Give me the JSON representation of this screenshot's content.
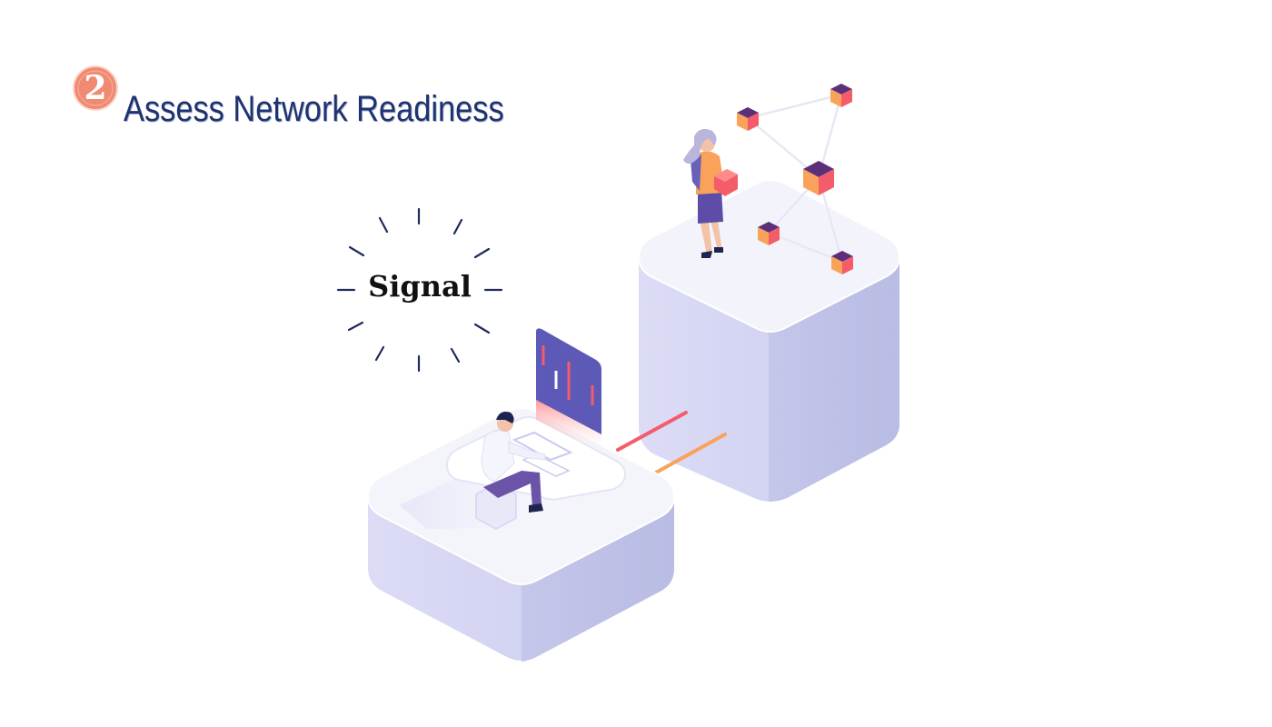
{
  "header": {
    "step_number": "2",
    "title": "Assess Network Readiness"
  },
  "signal": {
    "label": "Signal"
  },
  "colors": {
    "title": "#1e3370",
    "badge": "#f08a72",
    "burst_lines": "#1e2b5c",
    "block_top": "#f3f4fb",
    "block_side": "#cfd1f0",
    "accent_red": "#f45c6a",
    "accent_orange": "#f9a35a",
    "node_purple": "#5b2f7a"
  },
  "icons": {
    "badge": "step-two-badge-icon",
    "burst": "signal-burst-icon",
    "network": "network-nodes-icon"
  }
}
